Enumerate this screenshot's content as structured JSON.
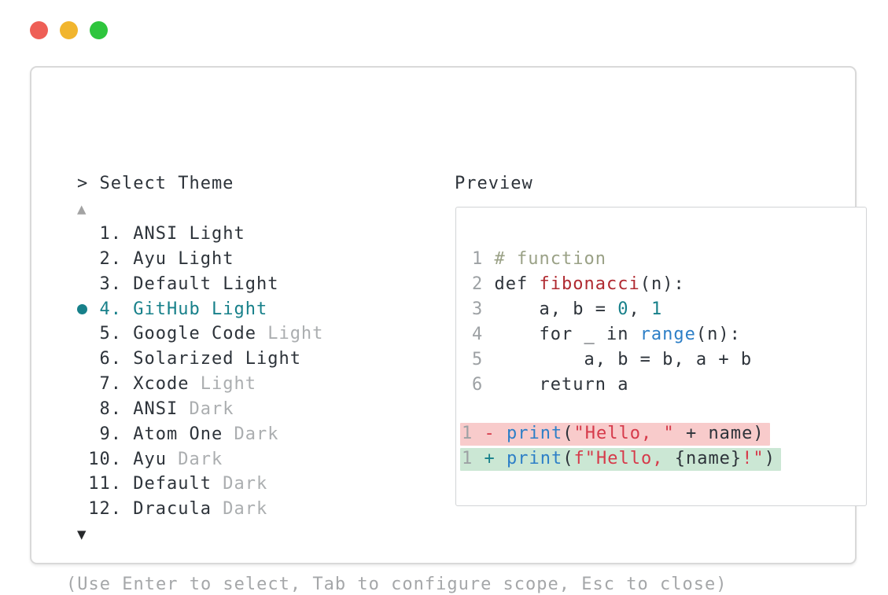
{
  "window": {
    "controls": [
      "close",
      "minimize",
      "zoom"
    ]
  },
  "colors": {
    "accent_teal": "#17808a",
    "text_dark": "#2d333a",
    "text_muted": "#abaeb0",
    "syntax_comment": "#9aa186",
    "syntax_function": "#b02a31",
    "syntax_call": "#2d7fc7",
    "syntax_string": "#d63a4a",
    "diff_removed_bg": "#f8cbcb",
    "diff_added_bg": "#cbe7d4",
    "traffic_red": "#ee5f56",
    "traffic_yellow": "#f1b52e",
    "traffic_green": "#2ec53d"
  },
  "picker": {
    "prompt": "> Select Theme",
    "scroll_up": "▲",
    "scroll_down": "▼",
    "hint": "(Use Enter to select, Tab to configure scope, Esc to close)",
    "items": [
      {
        "number": "1.",
        "name": "ANSI",
        "suffix": "Light",
        "suffix_muted": false,
        "selected": false
      },
      {
        "number": "2.",
        "name": "Ayu",
        "suffix": "Light",
        "suffix_muted": false,
        "selected": false
      },
      {
        "number": "3.",
        "name": "Default",
        "suffix": "Light",
        "suffix_muted": false,
        "selected": false
      },
      {
        "number": "4.",
        "name": "GitHub",
        "suffix": "Light",
        "suffix_muted": false,
        "selected": true
      },
      {
        "number": "5.",
        "name": "Google Code",
        "suffix": "Light",
        "suffix_muted": true,
        "selected": false
      },
      {
        "number": "6.",
        "name": "Solarized",
        "suffix": "Light",
        "suffix_muted": false,
        "selected": false
      },
      {
        "number": "7.",
        "name": "Xcode",
        "suffix": "Light",
        "suffix_muted": true,
        "selected": false
      },
      {
        "number": "8.",
        "name": "ANSI",
        "suffix": "Dark",
        "suffix_muted": true,
        "selected": false
      },
      {
        "number": "9.",
        "name": "Atom One",
        "suffix": "Dark",
        "suffix_muted": true,
        "selected": false
      },
      {
        "number": "10.",
        "name": "Ayu",
        "suffix": "Dark",
        "suffix_muted": true,
        "selected": false
      },
      {
        "number": "11.",
        "name": "Default",
        "suffix": "Dark",
        "suffix_muted": true,
        "selected": false
      },
      {
        "number": "12.",
        "name": "Dracula",
        "suffix": "Dark",
        "suffix_muted": true,
        "selected": false
      }
    ]
  },
  "preview": {
    "label": "Preview",
    "lines": [
      {
        "kind": "code",
        "num": "1",
        "tokens": [
          {
            "t": "# function",
            "c": "comment"
          }
        ]
      },
      {
        "kind": "code",
        "num": "2",
        "tokens": [
          {
            "t": "def ",
            "c": "plain"
          },
          {
            "t": "fibonacci",
            "c": "func"
          },
          {
            "t": "(n):",
            "c": "plain"
          }
        ]
      },
      {
        "kind": "code",
        "num": "3",
        "tokens": [
          {
            "t": "    a, b = ",
            "c": "plain"
          },
          {
            "t": "0",
            "c": "number"
          },
          {
            "t": ", ",
            "c": "plain"
          },
          {
            "t": "1",
            "c": "number"
          }
        ]
      },
      {
        "kind": "code",
        "num": "4",
        "tokens": [
          {
            "t": "    for _ in ",
            "c": "plain"
          },
          {
            "t": "range",
            "c": "call"
          },
          {
            "t": "(n):",
            "c": "plain"
          }
        ]
      },
      {
        "kind": "code",
        "num": "5",
        "tokens": [
          {
            "t": "        a, b = b, a + b",
            "c": "plain"
          }
        ]
      },
      {
        "kind": "code",
        "num": "6",
        "tokens": [
          {
            "t": "    return a",
            "c": "plain"
          }
        ]
      },
      {
        "kind": "blank"
      },
      {
        "kind": "del",
        "num": "1",
        "tokens": [
          {
            "t": "- ",
            "c": "del-sign"
          },
          {
            "t": "print",
            "c": "call"
          },
          {
            "t": "(",
            "c": "plain"
          },
          {
            "t": "\"Hello, \"",
            "c": "string"
          },
          {
            "t": " + name)",
            "c": "plain"
          }
        ]
      },
      {
        "kind": "add",
        "num": "1",
        "tokens": [
          {
            "t": "+ ",
            "c": "add-sign"
          },
          {
            "t": "print",
            "c": "call"
          },
          {
            "t": "(",
            "c": "plain"
          },
          {
            "t": "f\"Hello, ",
            "c": "string"
          },
          {
            "t": "{name}",
            "c": "plain"
          },
          {
            "t": "!\"",
            "c": "string"
          },
          {
            "t": ")",
            "c": "plain"
          }
        ]
      }
    ]
  }
}
